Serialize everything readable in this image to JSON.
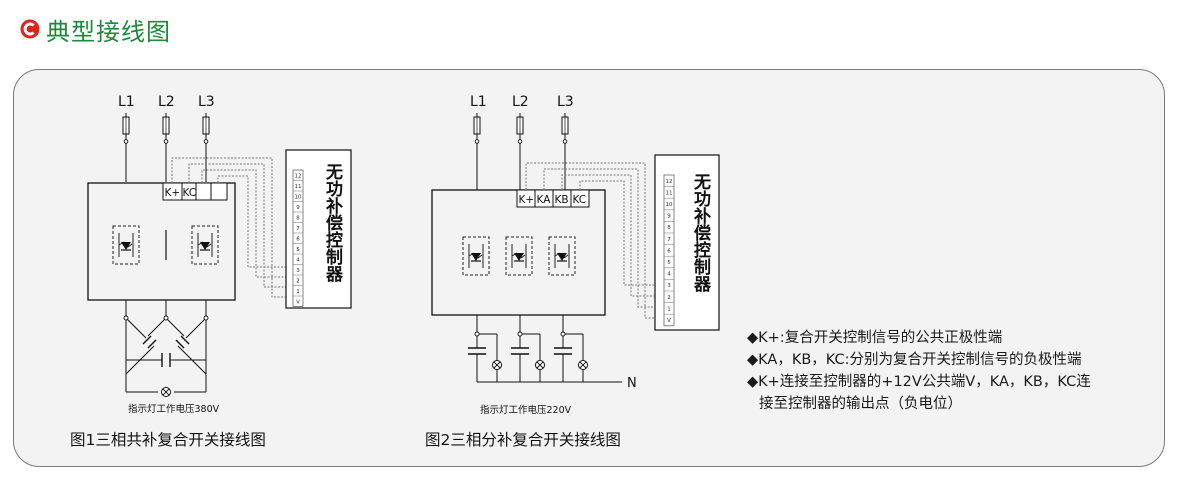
{
  "header": {
    "title": "典型接线图",
    "logo_color": "#e0241c",
    "title_color": "#1d8a3a"
  },
  "diagram1": {
    "phases": [
      "L1",
      "L2",
      "L3"
    ],
    "terminals": [
      "K+",
      "KC"
    ],
    "controller_label": "无功补偿控制器",
    "controller_terminals": [
      "12",
      "11",
      "10",
      "9",
      "8",
      "7",
      "6",
      "5",
      "4",
      "3",
      "2",
      "1",
      "V"
    ],
    "lamp_caption": "指示灯工作电压380V",
    "caption": "图1三相共补复合开关接线图"
  },
  "diagram2": {
    "phases": [
      "L1",
      "L2",
      "L3"
    ],
    "terminals": [
      "K+",
      "KA",
      "KB",
      "KC"
    ],
    "controller_label": "无功补偿控制器",
    "controller_terminals": [
      "12",
      "11",
      "10",
      "9",
      "8",
      "7",
      "6",
      "5",
      "4",
      "3",
      "2",
      "1",
      "V"
    ],
    "neutral_label": "N",
    "lamp_caption": "指示灯工作电压220V",
    "caption": "图2三相分补复合开关接线图"
  },
  "notes": {
    "line1": "◆K+:复合开关控制信号的公共正极性端",
    "line2": "◆KA，KB，KC:分别为复合开关控制信号的负极性端",
    "line3a": "◆K+连接至控制器的+12V公共端V，KA，KB，KC连",
    "line3b": "接至控制器的输出点（负电位）"
  }
}
